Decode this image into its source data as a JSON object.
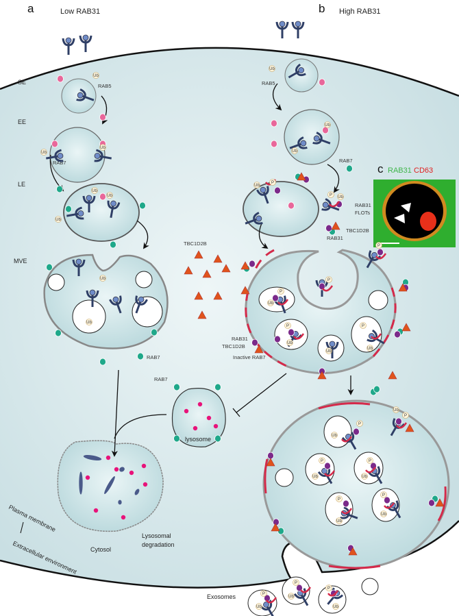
{
  "panels": {
    "a": {
      "letter": "a",
      "title": "Low RAB31"
    },
    "b": {
      "letter": "b",
      "title": "High RAB31"
    },
    "c": {
      "letter": "c",
      "green_label": "RAB31",
      "red_label": "CD63"
    }
  },
  "stages": {
    "se": "SE",
    "ee": "EE",
    "le": "LE",
    "mve": "MVE"
  },
  "left": {
    "rab5": "RAB5",
    "rab7_arrow": "RAB7",
    "rab7_mve": "RAB7",
    "rab7_lysosome": "RAB7",
    "lysosome": "lysosome",
    "degradation_line1": "Lysosomal",
    "degradation_line2": "degradation",
    "cytosol": "Cytosol",
    "plasma_membrane": "Plasma membrane",
    "extracellular": "Extracellular environment"
  },
  "right": {
    "rab5": "RAB5",
    "rab7_arrow": "RAB7",
    "le_rab31": "RAB31",
    "le_flots": "FLOTs",
    "le_tbc1d2b": "TBC1D2B",
    "le_rab31_bottom": "RAB31",
    "free_tbc1d2b": "TBC1D2B",
    "mve_rab31": "RAB31",
    "mve_tbc1d2b": "TBC1D2B",
    "mve_inactive_rab7": "Inactive RAB7",
    "exosomes": "Exosomes"
  },
  "markers": {
    "phospho": "P",
    "ubiquitin": "Ub"
  },
  "colors": {
    "cytosol": "#cfe3e6",
    "vesicle": "#c6e0e3",
    "receptor": "#2f3f66",
    "ligand": "#6f8cc8",
    "rab5": "#e8679a",
    "rab7": "#1fa88a",
    "rab31": "#7b2a8a",
    "tbc1d2b": "#e0531c",
    "flotillin": "#d42a4a",
    "lysosome_dot": "#e8137a"
  }
}
